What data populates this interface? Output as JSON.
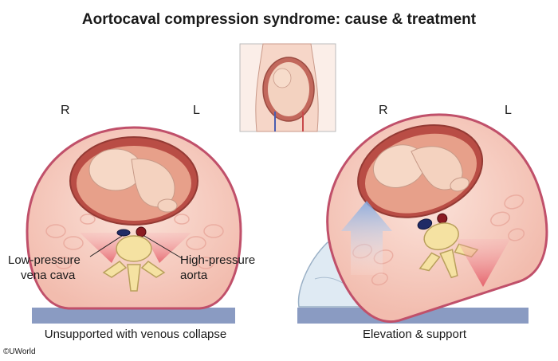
{
  "title": "Aortocaval compression syndrome: cause & treatment",
  "left_panel": {
    "right_label": "R",
    "left_label": "L",
    "vena_cava_label_line1": "Low-pressure",
    "vena_cava_label_line2": "vena cava",
    "aorta_label_line1": "High-pressure",
    "aorta_label_line2": "aorta",
    "caption": "Unsupported with venous collapse"
  },
  "right_panel": {
    "right_label": "R",
    "left_label": "L",
    "caption": "Elevation & support"
  },
  "copyright": "©UWorld",
  "colors": {
    "skin": "#f6cfc4",
    "abdomen_outline": "#c0506a",
    "uterus": "#b94d45",
    "uterus_inner": "#e7a08a",
    "fetus": "#f6d8c6",
    "surface": "#8a9bc2",
    "pressure_arrow": "#e8606a",
    "elevation_arrow": "#8fb0e0",
    "pillow": "#dfeaf3"
  }
}
